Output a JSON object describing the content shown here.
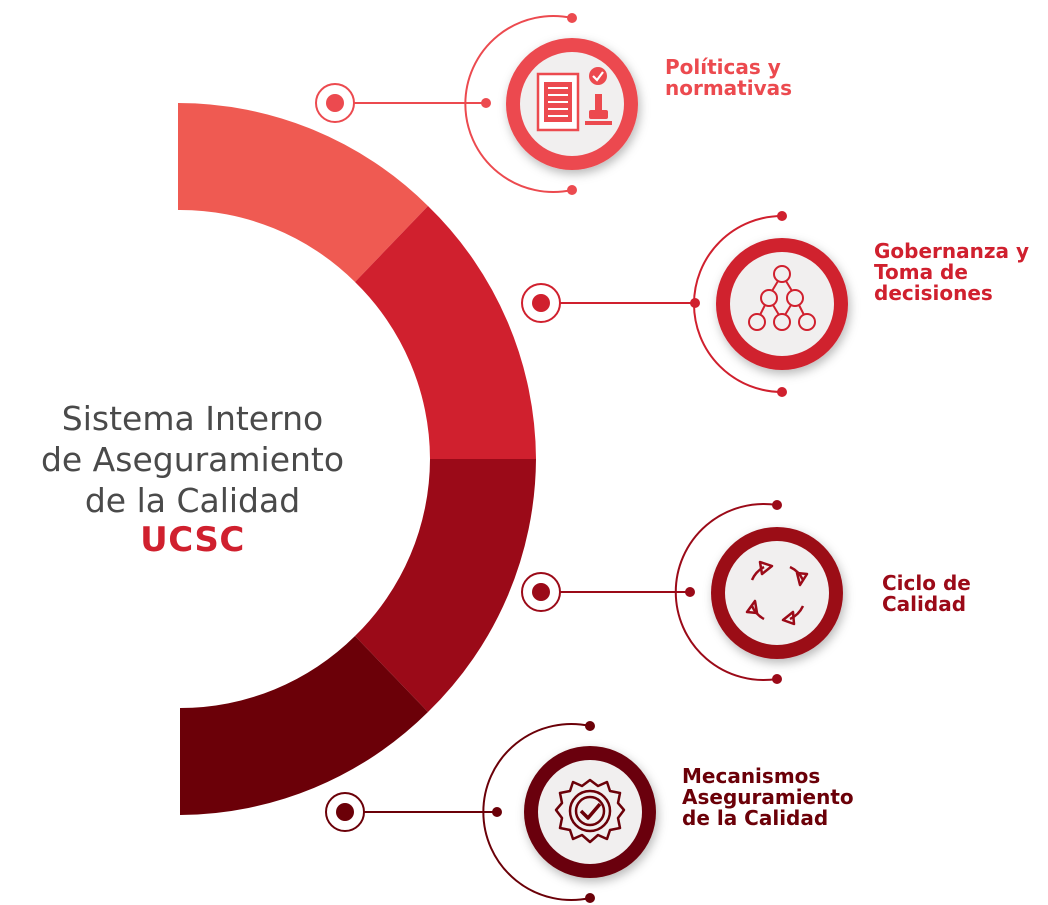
{
  "center": {
    "lines": [
      "Sistema Interno",
      "de Aseguramiento",
      "de la Calidad"
    ],
    "brand": "UCSC",
    "text_color": "#4a4a4a",
    "brand_color": "#d0202e"
  },
  "items": [
    {
      "lines": [
        "Políticas y",
        "normativas"
      ],
      "icon": "document-stamp-icon",
      "color": "#ec4a4f"
    },
    {
      "lines": [
        "Gobernanza y",
        "Toma de",
        "decisiones"
      ],
      "icon": "hierarchy-people-icon",
      "color": "#d0202e"
    },
    {
      "lines": [
        "Ciclo de",
        "Calidad"
      ],
      "icon": "cycle-arrows-icon",
      "color": "#9b0a18"
    },
    {
      "lines": [
        "Mecanismos",
        "Aseguramiento",
        "de la Calidad"
      ],
      "icon": "quality-badge-check-icon",
      "color": "#6b0008"
    }
  ]
}
